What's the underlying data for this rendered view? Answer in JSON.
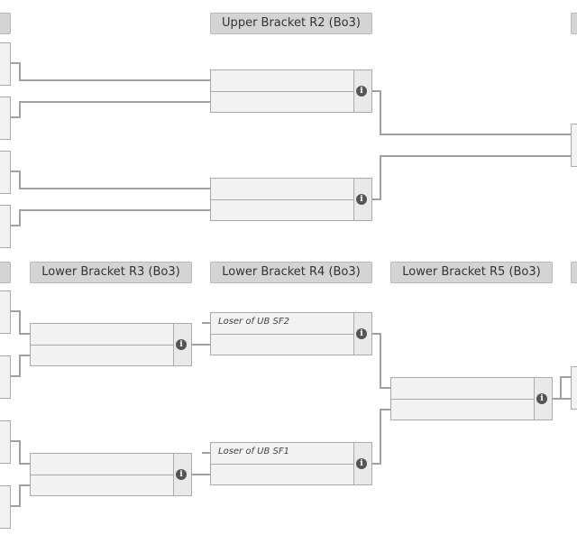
{
  "upper": {
    "round2_title": "Upper Bracket R2 (Bo3)"
  },
  "lower": {
    "round3_title": "Lower Bracket R3 (Bo3)",
    "round4_title": "Lower Bracket R4 (Bo3)",
    "round5_title": "Lower Bracket R5 (Bo3)",
    "r4_match1_slot1": "Loser of UB SF2",
    "r4_match2_slot1": "Loser of UB SF1"
  },
  "icons": {
    "info_glyph": "i"
  }
}
